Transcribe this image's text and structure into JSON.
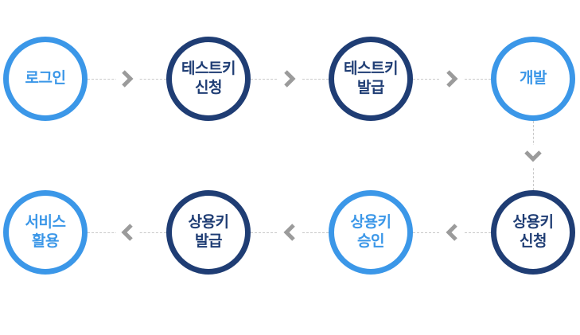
{
  "colors": {
    "light_blue": "#3b97e8",
    "navy": "#1f3d74",
    "arrow_gray": "#9b9b9b",
    "dash_gray": "#c9c9c9",
    "background": "#ffffff"
  },
  "flow": {
    "description_order": [
      "login",
      "testkey-apply",
      "testkey-issue",
      "develop",
      "prodkey-apply",
      "prodkey-approve",
      "prodkey-issue",
      "service-use"
    ],
    "steps": [
      {
        "id": "login",
        "label": "로그인",
        "variant": "light"
      },
      {
        "id": "testkey-apply",
        "label": "테스트키\n신청",
        "variant": "navy"
      },
      {
        "id": "testkey-issue",
        "label": "테스트키\n발급",
        "variant": "navy"
      },
      {
        "id": "develop",
        "label": "개발",
        "variant": "light"
      },
      {
        "id": "prodkey-apply",
        "label": "상용키\n신청",
        "variant": "navy"
      },
      {
        "id": "prodkey-approve",
        "label": "상용키\n승인",
        "variant": "light"
      },
      {
        "id": "prodkey-issue",
        "label": "상용키\n발급",
        "variant": "navy"
      },
      {
        "id": "service-use",
        "label": "서비스\n활용",
        "variant": "light"
      }
    ]
  }
}
